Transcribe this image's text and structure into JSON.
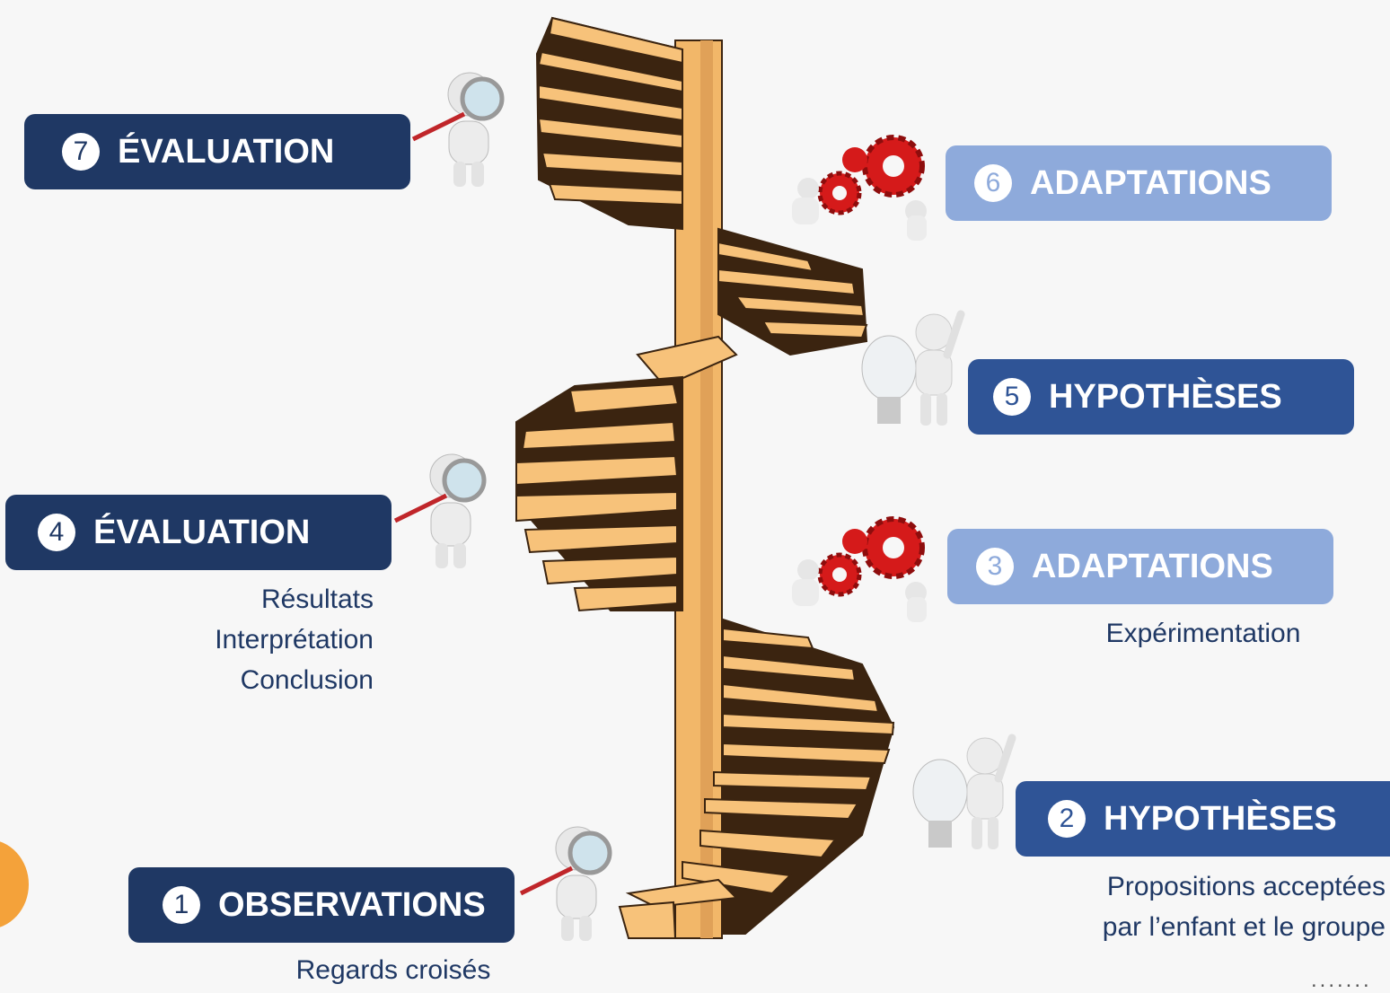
{
  "steps": [
    {
      "number": "1",
      "title": "OBSERVATIONS",
      "notes": [
        "Regards croisés"
      ]
    },
    {
      "number": "2",
      "title": "HYPOTHÈSES",
      "notes": [
        "Propositions acceptées",
        "par l’enfant et le groupe"
      ]
    },
    {
      "number": "3",
      "title": "ADAPTATIONS",
      "notes": [
        "Expérimentation"
      ]
    },
    {
      "number": "4",
      "title": "ÉVALUATION",
      "notes": [
        "Résultats",
        "Interprétation",
        "Conclusion"
      ]
    },
    {
      "number": "5",
      "title": "HYPOTHÈSES",
      "notes": []
    },
    {
      "number": "6",
      "title": "ADAPTATIONS",
      "notes": []
    },
    {
      "number": "7",
      "title": "ÉVALUATION",
      "notes": []
    }
  ],
  "trailing_text": ".......",
  "colors": {
    "dark_navy": "#1f3864",
    "blue": "#2f5496",
    "light_blue": "#8eaadb",
    "stair_wood": "#f7c27a",
    "stair_shadow": "#3b2410",
    "gear_red": "#d51a1a"
  },
  "icons": [
    "magnifier-figure-icon",
    "gears-figure-icon",
    "lightbulb-figure-icon"
  ]
}
